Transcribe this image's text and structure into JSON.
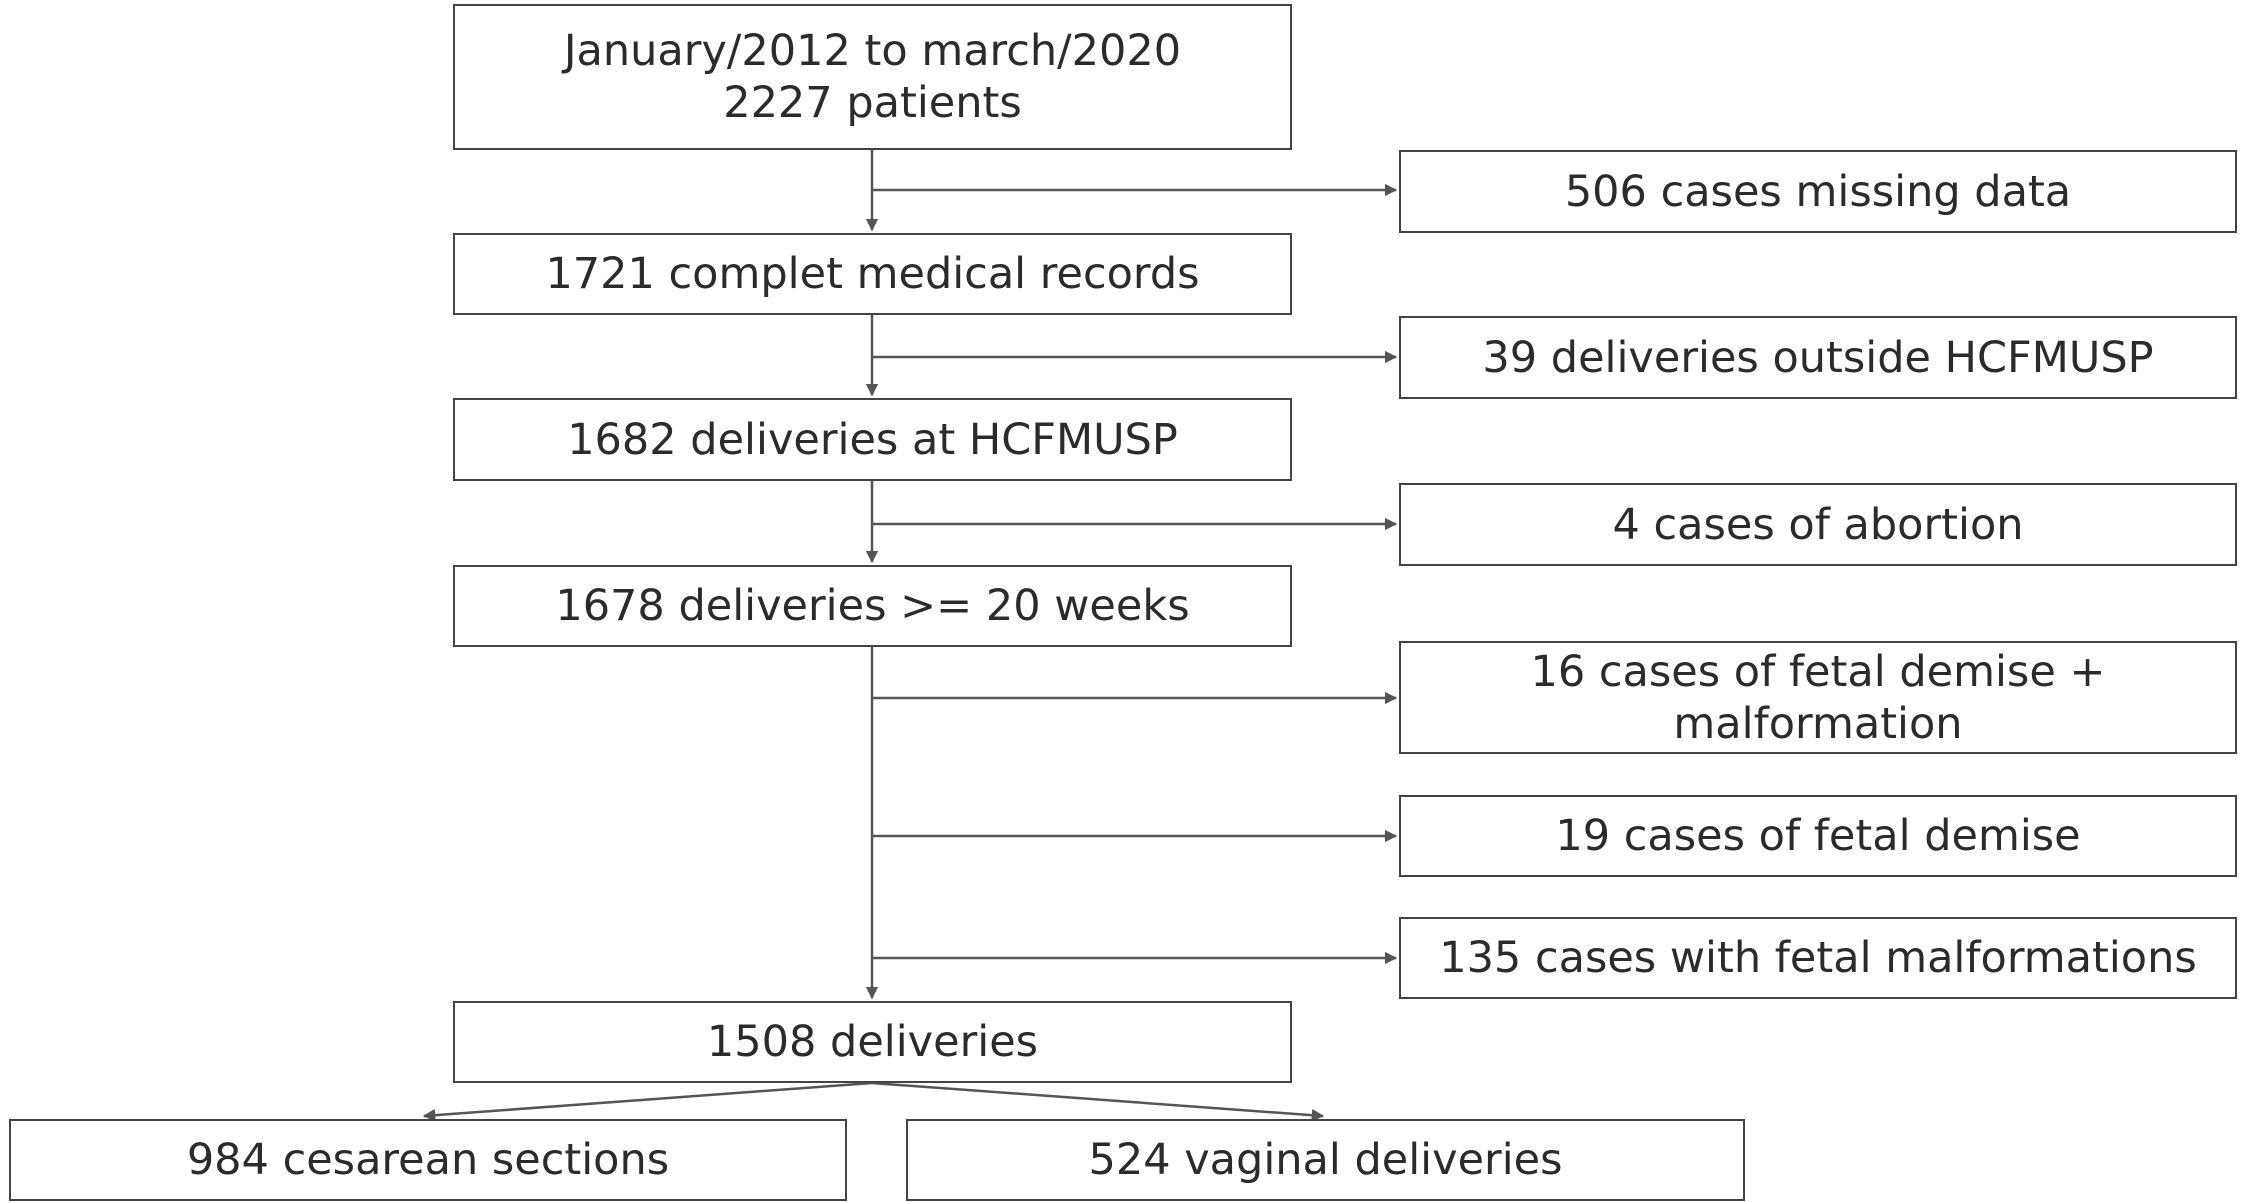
{
  "flowchart": {
    "main": {
      "start": "January/2012 to march/2020\n2227 patients",
      "complete": "1721 complet medical records",
      "hcfmusp": "1682 deliveries at HCFMUSP",
      "weeks": "1678 deliveries >= 20 weeks",
      "final": "1508 deliveries"
    },
    "exclusions": {
      "missing": "506 cases missing data",
      "outside": "39 deliveries outside HCFMUSP",
      "abortion": "4 cases of abortion",
      "demise_malformation": "16 cases of fetal demise +\nmalformation",
      "demise": "19 cases of fetal demise",
      "malformations": "135 cases with fetal malformations"
    },
    "outcomes": {
      "cesarean": "984 cesarean sections",
      "vaginal": "524 vaginal deliveries"
    },
    "colors": {
      "border": "#444444",
      "line": "#555555",
      "text": "#2b2b2b"
    }
  }
}
